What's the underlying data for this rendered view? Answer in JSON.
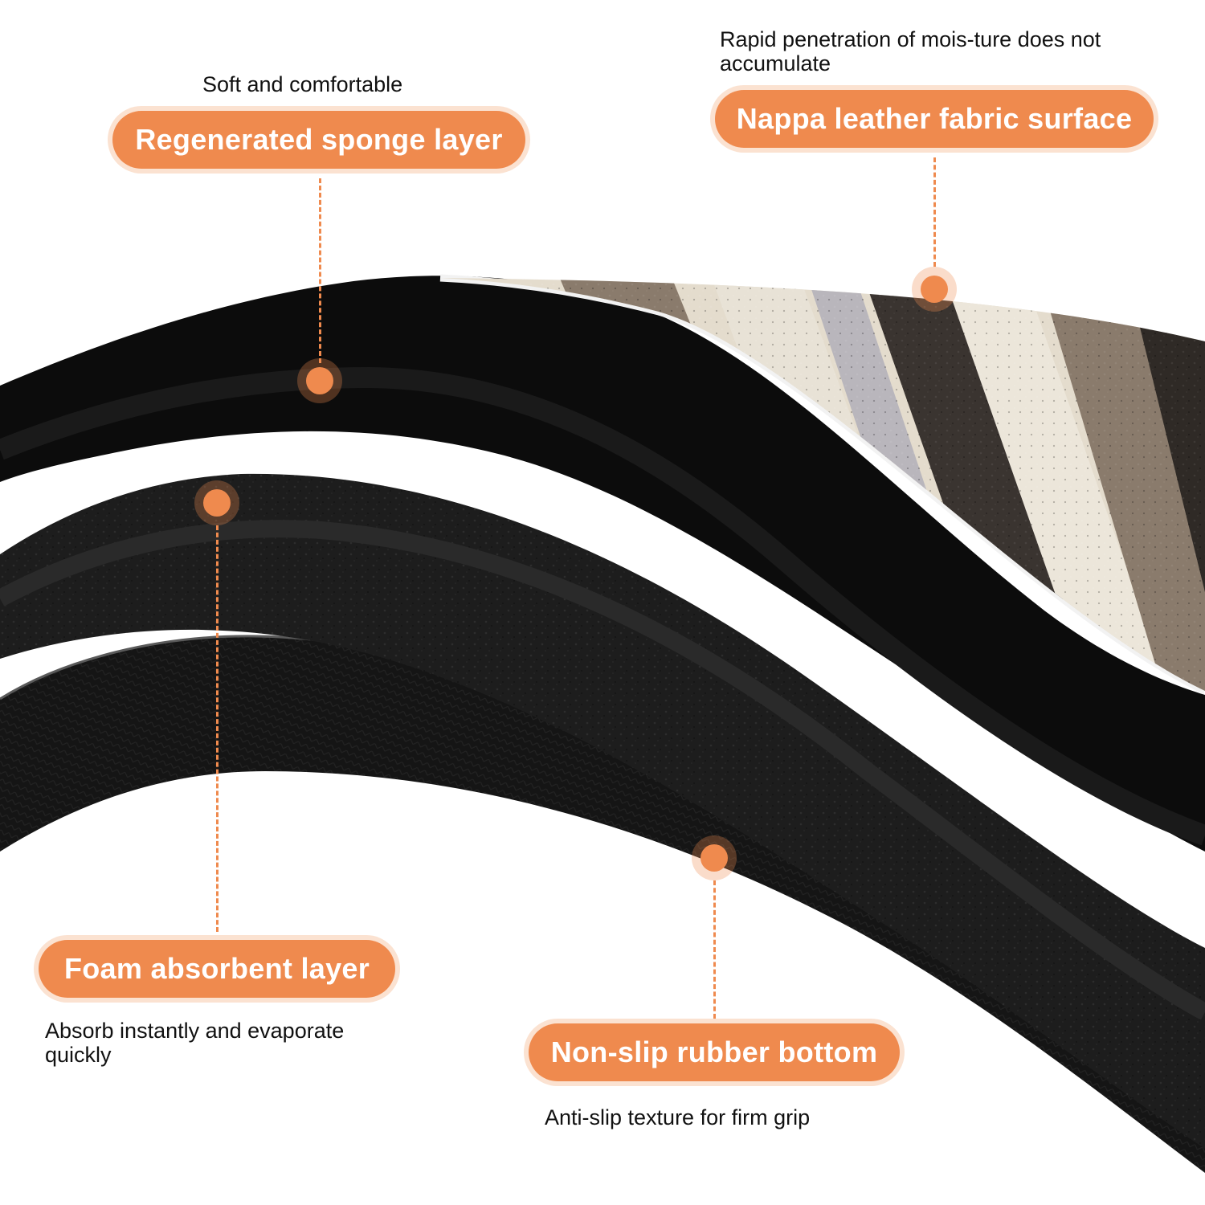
{
  "callouts": {
    "sponge": {
      "title": "Regenerated sponge layer",
      "description": "Soft and comfortable"
    },
    "surface": {
      "title": "Nappa leather fabric surface",
      "description": "Rapid penetration of mois-ture does not accumulate"
    },
    "foam": {
      "title": "Foam absorbent layer",
      "description": "Absorb instantly and evaporate quickly"
    },
    "rubber": {
      "title": "Non-slip rubber bottom",
      "description": "Anti-slip texture for firm grip"
    }
  },
  "colors": {
    "accent": "#ef8a4e",
    "accent_halo": "#fbe2d1",
    "rubber_black": "#141414",
    "fabric_cream": "#e4dccd",
    "fabric_taupe": "#8a7b6c",
    "fabric_dark": "#3a3430",
    "fabric_lavender": "#b9b6bc"
  }
}
